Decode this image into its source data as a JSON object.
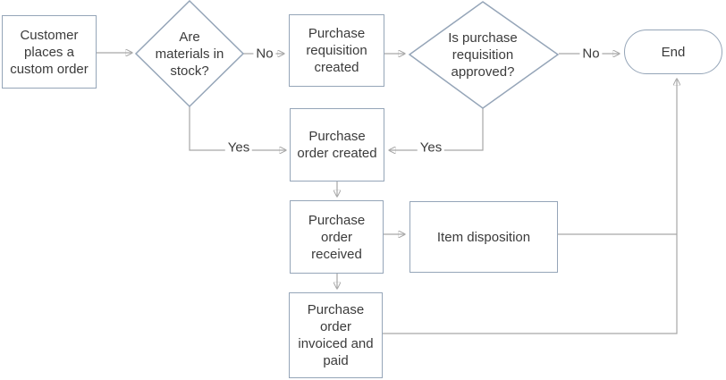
{
  "diagram": {
    "type": "flowchart",
    "colors": {
      "shape_border": "#95a5b8",
      "shape_fill": "#ffffff",
      "connector": "#a6a6a6",
      "text": "#3b3b3b",
      "background": "#ffffff"
    },
    "nodes": [
      {
        "id": "customer-order",
        "shape": "process",
        "label": "Customer\nplaces a\ncustom order"
      },
      {
        "id": "materials-in-stock",
        "shape": "decision",
        "label": "Are\nmaterials in\nstock?"
      },
      {
        "id": "purchase-requisition-created",
        "shape": "process",
        "label": "Purchase\nrequisition\ncreated"
      },
      {
        "id": "requisition-approved",
        "shape": "decision",
        "label": "Is purchase\nrequisition\napproved?"
      },
      {
        "id": "end",
        "shape": "terminator",
        "label": "End"
      },
      {
        "id": "purchase-order-created",
        "shape": "process",
        "label": "Purchase\norder created"
      },
      {
        "id": "purchase-order-received",
        "shape": "process",
        "label": "Purchase\norder\nreceived"
      },
      {
        "id": "item-disposition",
        "shape": "process",
        "label": "Item disposition"
      },
      {
        "id": "purchase-order-invoiced",
        "shape": "process",
        "label": "Purchase\norder\ninvoiced and\npaid"
      }
    ],
    "edges": [
      {
        "from": "customer-order",
        "to": "materials-in-stock",
        "label": ""
      },
      {
        "from": "materials-in-stock",
        "to": "purchase-requisition-created",
        "label": "No"
      },
      {
        "from": "materials-in-stock",
        "to": "purchase-order-created",
        "label": "Yes"
      },
      {
        "from": "purchase-requisition-created",
        "to": "requisition-approved",
        "label": ""
      },
      {
        "from": "requisition-approved",
        "to": "end",
        "label": "No"
      },
      {
        "from": "requisition-approved",
        "to": "purchase-order-created",
        "label": "Yes"
      },
      {
        "from": "purchase-order-created",
        "to": "purchase-order-received",
        "label": ""
      },
      {
        "from": "purchase-order-received",
        "to": "item-disposition",
        "label": ""
      },
      {
        "from": "purchase-order-received",
        "to": "purchase-order-invoiced",
        "label": ""
      },
      {
        "from": "item-disposition",
        "to": "end",
        "label": ""
      },
      {
        "from": "purchase-order-invoiced",
        "to": "end",
        "label": ""
      }
    ]
  }
}
